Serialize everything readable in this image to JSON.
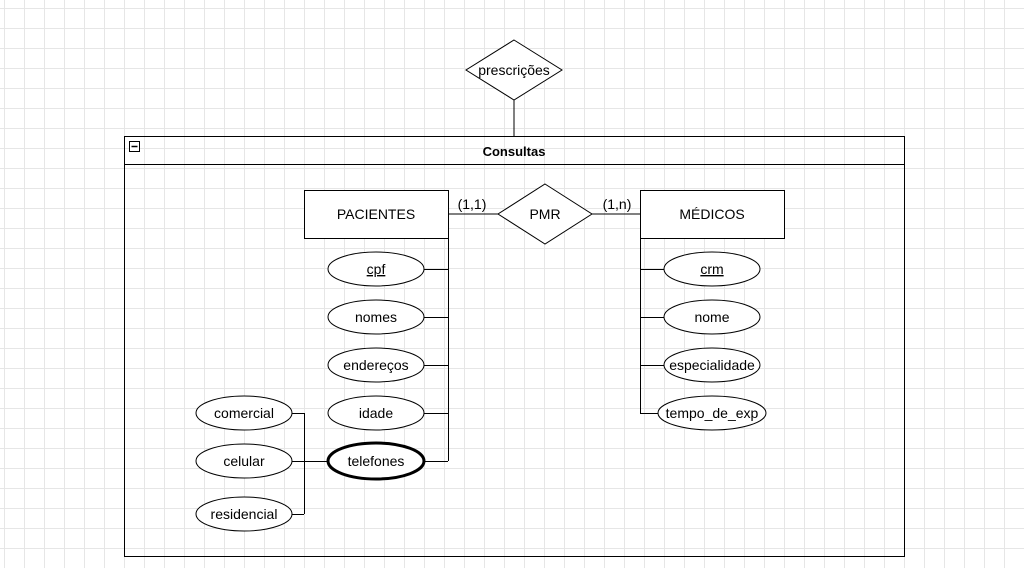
{
  "container": {
    "title": "Consultas",
    "collapse_symbol": "−"
  },
  "relationships": {
    "top": "prescrições",
    "main": "PMR"
  },
  "entities": {
    "patients": "PACIENTES",
    "doctors": "MÉDICOS"
  },
  "cardinalities": {
    "left": "(1,1)",
    "right": "(1,n)"
  },
  "patient_attributes": {
    "cpf": "cpf",
    "nomes": "nomes",
    "enderecos": "endereços",
    "idade": "idade",
    "telefones": "telefones"
  },
  "phone_attributes": {
    "comercial": "comercial",
    "celular": "celular",
    "residencial": "residencial"
  },
  "doctor_attributes": {
    "crm": "crm",
    "nome": "nome",
    "especialidade": "especialidade",
    "tempo": "tempo_de_exp"
  }
}
